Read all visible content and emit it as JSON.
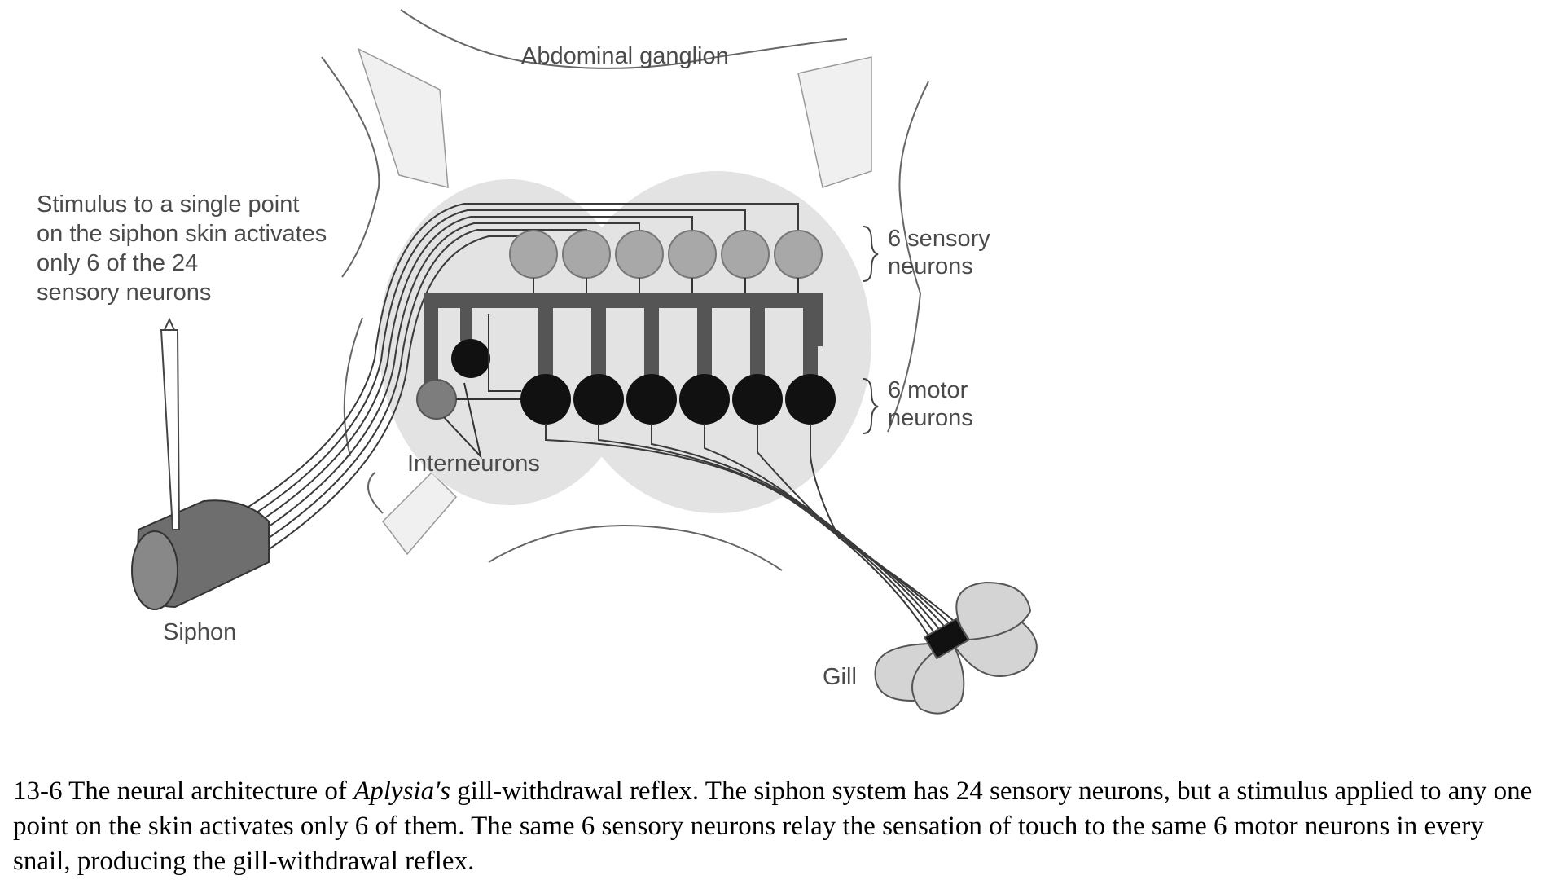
{
  "labels": {
    "ganglion": "Abdominal ganglion",
    "stimulus": [
      "Stimulus to a single point",
      "on the siphon skin activates",
      "only 6 of the 24",
      "sensory neurons"
    ],
    "sensory": [
      "6 sensory",
      "neurons"
    ],
    "motor": [
      "6 motor",
      "neurons"
    ],
    "interneurons": "Interneurons",
    "siphon": "Siphon",
    "gill": "Gill"
  },
  "counts": {
    "sensory_neurons": 6,
    "motor_neurons": 6,
    "interneurons": 2
  },
  "colors": {
    "ganglion_fill": "#e3e3e3",
    "sensory_fill": "#a8a8a8",
    "motor_fill": "#111111",
    "pathway": "#555555",
    "interneuron_gray": "#7d7d7d",
    "siphon_fill": "#6e6e6e",
    "gill_fill": "#d4d4d4"
  },
  "caption": {
    "before": "13-6 The neural architecture of ",
    "italic": "Aplysia's",
    "after": " gill-withdrawal reflex. The siphon system has 24 sensory neurons, but a stimulus applied to any one point on the skin activates only 6 of them. The same 6 sensory neurons relay the sensation of touch to the same 6 motor neurons in every snail, producing the gill-withdrawal reflex."
  }
}
